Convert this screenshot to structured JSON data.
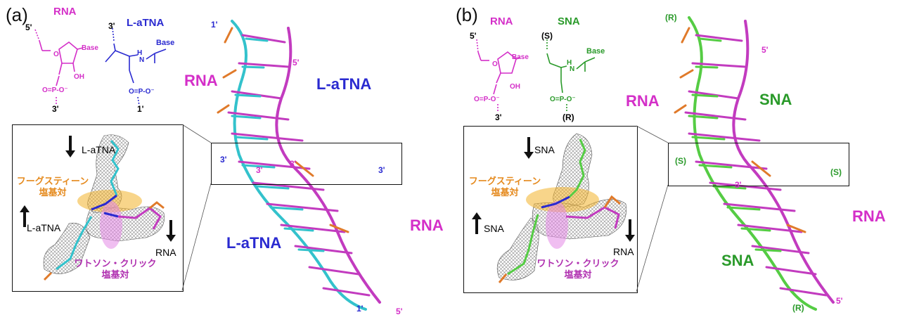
{
  "panel_a": {
    "label": "(a)",
    "chem": {
      "rna_name": "RNA",
      "tna_name": "L-aTNA",
      "rna_top": "5'",
      "rna_bottom": "3'",
      "tna_top": "3'",
      "tna_bottom": "1'",
      "base1": "Base",
      "base2": "Base",
      "oh": "OH",
      "o_atom": "O",
      "h_atom": "H",
      "n_atom": "N",
      "o_label_phos1": "O=P-O⁻",
      "o_label_phos2": "O=P-O⁻"
    },
    "inset": {
      "strand_top": "L-aTNA",
      "strand_left": "L-aTNA",
      "strand_right": "RNA",
      "hoogsteen": [
        "フーグスティーン",
        "塩基対"
      ],
      "watson_crick": [
        "ワトソン・クリック",
        "塩基対"
      ]
    },
    "duplex": {
      "label_rna_left": "RNA",
      "label_tna_right": "L-aTNA",
      "label_tna_bottom": "L-aTNA",
      "label_rna_bottom": "RNA",
      "end_top_left": "1'",
      "end_top_right": "5'",
      "end_mid_left": "3'",
      "end_mid_left2": "3'",
      "end_mid_center": "3'",
      "end_mid_right": "3'",
      "end_bottom_left": "1'",
      "end_bottom_right": "5'"
    }
  },
  "panel_b": {
    "label": "(b)",
    "chem": {
      "rna_name": "RNA",
      "sna_name": "SNA",
      "rna_top": "5'",
      "rna_bottom": "3'",
      "sna_top": "(S)",
      "sna_bottom": "(R)",
      "base1": "Base",
      "base2": "Base",
      "oh": "OH",
      "o_atom": "O",
      "h_atom": "H",
      "n_atom": "N",
      "o_label_phos1": "O=P-O⁻",
      "o_label_phos2": "O=P-O⁻"
    },
    "inset": {
      "strand_top": "SNA",
      "strand_left": "SNA",
      "strand_right": "RNA",
      "hoogsteen": [
        "フーグスティーン",
        "塩基対"
      ],
      "watson_crick": [
        "ワトソン・クリック",
        "塩基対"
      ]
    },
    "duplex": {
      "label_rna_left": "RNA",
      "label_sna_right": "SNA",
      "label_sna_bottom": "SNA",
      "label_rna_bottom": "RNA",
      "end_top_left": "(R)",
      "end_top_right": "5'",
      "end_mid_left": "(S)",
      "end_mid_right": "(S)",
      "end_mid_center": "3'",
      "end_bottom_left": "(R)",
      "end_bottom_right": "5'"
    }
  },
  "colors": {
    "rna": "#d42fc8",
    "tna": "#2a2ad0",
    "sna": "#2a9a2a",
    "cyan": "#33c2cc",
    "green_stick": "#55cc44",
    "magenta_stick": "#c23bbf",
    "orange_stick": "#e07a2a",
    "hoogsteen": "#e58a1e",
    "watson": "#b030b0"
  }
}
